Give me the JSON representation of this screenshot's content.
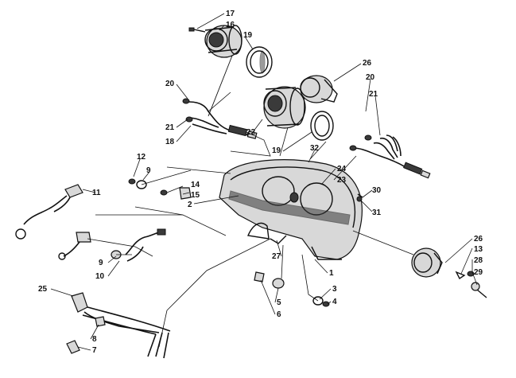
{
  "callouts": [
    {
      "id": "c17",
      "label": "17"
    },
    {
      "id": "c16",
      "label": "16"
    },
    {
      "id": "c19a",
      "label": "19"
    },
    {
      "id": "c26a",
      "label": "26"
    },
    {
      "id": "c20a",
      "label": "20"
    },
    {
      "id": "c20b",
      "label": "20"
    },
    {
      "id": "c21a",
      "label": "21"
    },
    {
      "id": "c21b",
      "label": "21"
    },
    {
      "id": "c18",
      "label": "18"
    },
    {
      "id": "c22",
      "label": "22"
    },
    {
      "id": "c19b",
      "label": "19"
    },
    {
      "id": "c32",
      "label": "32"
    },
    {
      "id": "c12",
      "label": "12"
    },
    {
      "id": "c9a",
      "label": "9"
    },
    {
      "id": "c14",
      "label": "14"
    },
    {
      "id": "c15",
      "label": "15"
    },
    {
      "id": "c24",
      "label": "24"
    },
    {
      "id": "c23",
      "label": "23"
    },
    {
      "id": "c30",
      "label": "30"
    },
    {
      "id": "c31",
      "label": "31"
    },
    {
      "id": "c11",
      "label": "11"
    },
    {
      "id": "c2",
      "label": "2"
    },
    {
      "id": "c9b",
      "label": "9"
    },
    {
      "id": "c10",
      "label": "10"
    },
    {
      "id": "c27",
      "label": "27"
    },
    {
      "id": "c26b",
      "label": "26"
    },
    {
      "id": "c13",
      "label": "13"
    },
    {
      "id": "c28",
      "label": "28"
    },
    {
      "id": "c29",
      "label": "29"
    },
    {
      "id": "c1",
      "label": "1"
    },
    {
      "id": "c3",
      "label": "3"
    },
    {
      "id": "c4",
      "label": "4"
    },
    {
      "id": "c5",
      "label": "5"
    },
    {
      "id": "c6",
      "label": "6"
    },
    {
      "id": "c25",
      "label": "25"
    },
    {
      "id": "c8",
      "label": "8"
    },
    {
      "id": "c7",
      "label": "7"
    }
  ]
}
